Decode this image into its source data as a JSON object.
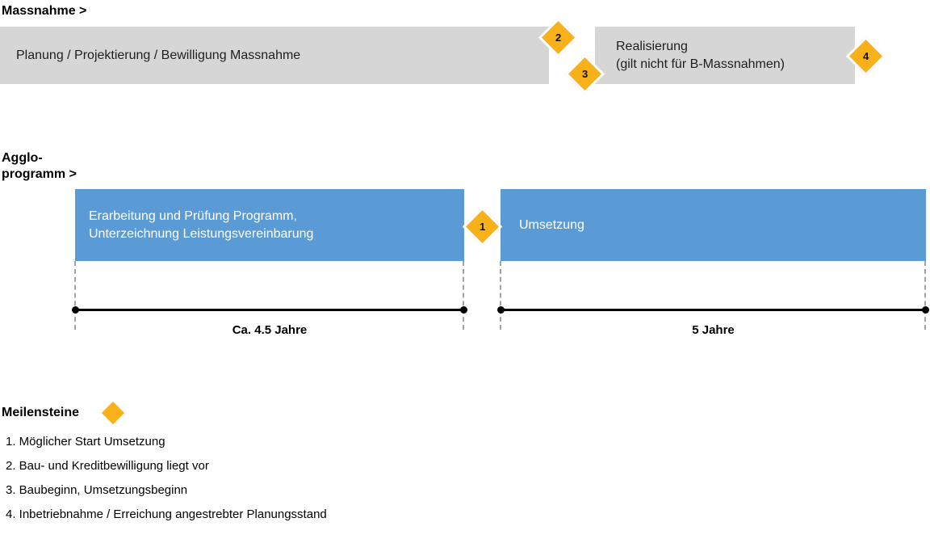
{
  "colors": {
    "gray_bar": "#d6d6d6",
    "blue_bar": "#5b9bd5",
    "diamond_yellow": "#f8b119",
    "timeline_black": "#000000",
    "dashed_gray": "#a3a3a3"
  },
  "massnahme": {
    "label": "Massnahme >",
    "planung_text": "Planung / Projektierung / Bewilligung Massnahme",
    "realisierung_line1": "Realisierung",
    "realisierung_line2": "(gilt nicht für B-Massnahmen)"
  },
  "agglo": {
    "label_line1": "Agglo-",
    "label_line2": "programm >",
    "erarbeitung_line1": "Erarbeitung und Prüfung Programm,",
    "erarbeitung_line2": "Unterzeichnung Leistungsvereinbarung",
    "umsetzung_text": "Umsetzung",
    "duration1": "Ca. 4.5 Jahre",
    "duration2": "5 Jahre"
  },
  "markers": {
    "m1": "1",
    "m2": "2",
    "m3": "3",
    "m4": "4"
  },
  "milestones": {
    "heading": "Meilensteine",
    "items": [
      "1. Möglicher Start Umsetzung",
      "2. Bau- und Kreditbewilligung liegt vor",
      "3. Baubeginn, Umsetzungsbeginn",
      "4. Inbetriebnahme / Erreichung angestrebter Planungsstand"
    ]
  }
}
